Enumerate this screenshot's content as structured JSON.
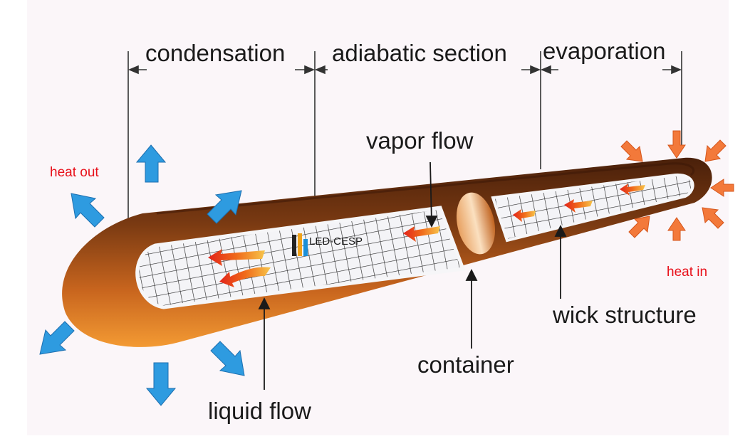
{
  "labels": {
    "condensation": "condensation",
    "adiabatic": "adiabatic section",
    "evaporation": "evaporation",
    "vapor_flow": "vapor flow",
    "heat_out": "heat out",
    "heat_in": "heat in",
    "wick_structure": "wick structure",
    "container": "container",
    "liquid_flow": "liquid flow"
  },
  "watermark": {
    "text": "LED-CESP"
  },
  "colors": {
    "container_dark": "#5a2a0e",
    "container_mid": "#a5561b",
    "container_light": "#f08a2a",
    "wick_mesh": "#2b2b2b",
    "wick_fill": "#f3f3f6",
    "heat_out_arrow": "#2e9be0",
    "heat_in_arrow": "#f3793a",
    "label_red": "#e8101a",
    "background": "#fbf6f9"
  },
  "icons": {
    "heat_out_arrows": "blue-arrow-icon",
    "heat_in_arrows": "orange-arrow-icon",
    "flow_arrows": "flame-arrow-icon"
  }
}
